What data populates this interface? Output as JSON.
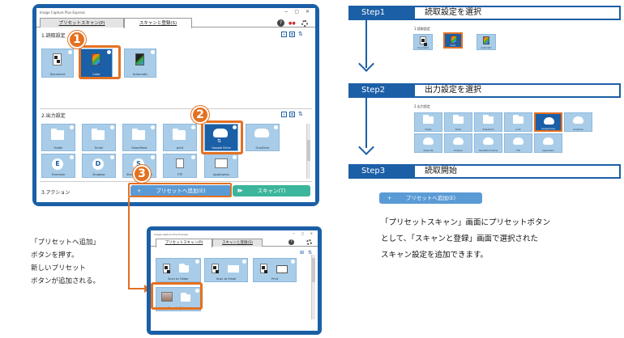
{
  "main_window": {
    "title": "Image Capture Plus Express",
    "tabs": [
      {
        "label": "プリセットスキャン(P)"
      },
      {
        "label": "スキャンと登録(S)"
      }
    ],
    "read_section": "1.読取設定",
    "read_tiles": [
      {
        "label": "Document"
      },
      {
        "label": "Color"
      },
      {
        "label": "Automatic"
      }
    ],
    "output_section": "2.出力設定",
    "output_tiles": [
      {
        "label": "Folder"
      },
      {
        "label": "Email"
      },
      {
        "label": "SharePoint"
      },
      {
        "label": "print"
      },
      {
        "label": "Google Drive"
      },
      {
        "label": "OneDrive"
      },
      {
        "label": "Evernote"
      },
      {
        "label": "Dropbox"
      },
      {
        "label": "SharePoint Online"
      },
      {
        "label": "FTP"
      },
      {
        "label": "Application"
      }
    ],
    "action_section": "3.アクション",
    "add_preset_button": "プリセットへ追加(E)",
    "scan_button": "スキャン(T)"
  },
  "badges": [
    "1",
    "2",
    "3"
  ],
  "preset_window": {
    "title": "Image Capture Plus Express",
    "tabs": [
      {
        "label": "プリセットスキャン(P)"
      },
      {
        "label": "スキャンと登録(S)"
      }
    ],
    "tiles": [
      {
        "label": "Scan to Folder"
      },
      {
        "label": "Scan to Email"
      },
      {
        "label": "Print"
      },
      {
        "label": "Scan to Folder"
      }
    ]
  },
  "left_note": [
    "「プリセットへ追加」",
    "ボタンを押す。",
    "新しいプリセット",
    "ボタンが追加される。"
  ],
  "steps": [
    {
      "num": "Step1",
      "title": "読取設定を選択",
      "sublabel": "1.読取設定",
      "tiles": [
        "Document",
        "Color",
        "Automatic"
      ]
    },
    {
      "num": "Step2",
      "title": "出力設定を選択",
      "sublabel": "2.出力設定",
      "tiles": [
        "Folder",
        "Email",
        "SharePoint",
        "print",
        "Google Drive",
        "OneDrive",
        "Evernote",
        "Dropbox",
        "SharePoint Online",
        "FTP",
        "Application"
      ]
    },
    {
      "num": "Step3",
      "title": "読取開始"
    }
  ],
  "right_button": "プリセットへ追加(E)",
  "right_note": [
    "「プリセットスキャン」画面にプリセットボタン",
    "として、「スキャンと登録」画面で選択された",
    "スキャン設定を追加できます。"
  ],
  "colors": {
    "accent": "#1b5fa6",
    "highlight": "#e37122",
    "tile": "#a9cde9",
    "scan_green": "#3bb59b",
    "button_blue": "#5a9bd5"
  }
}
